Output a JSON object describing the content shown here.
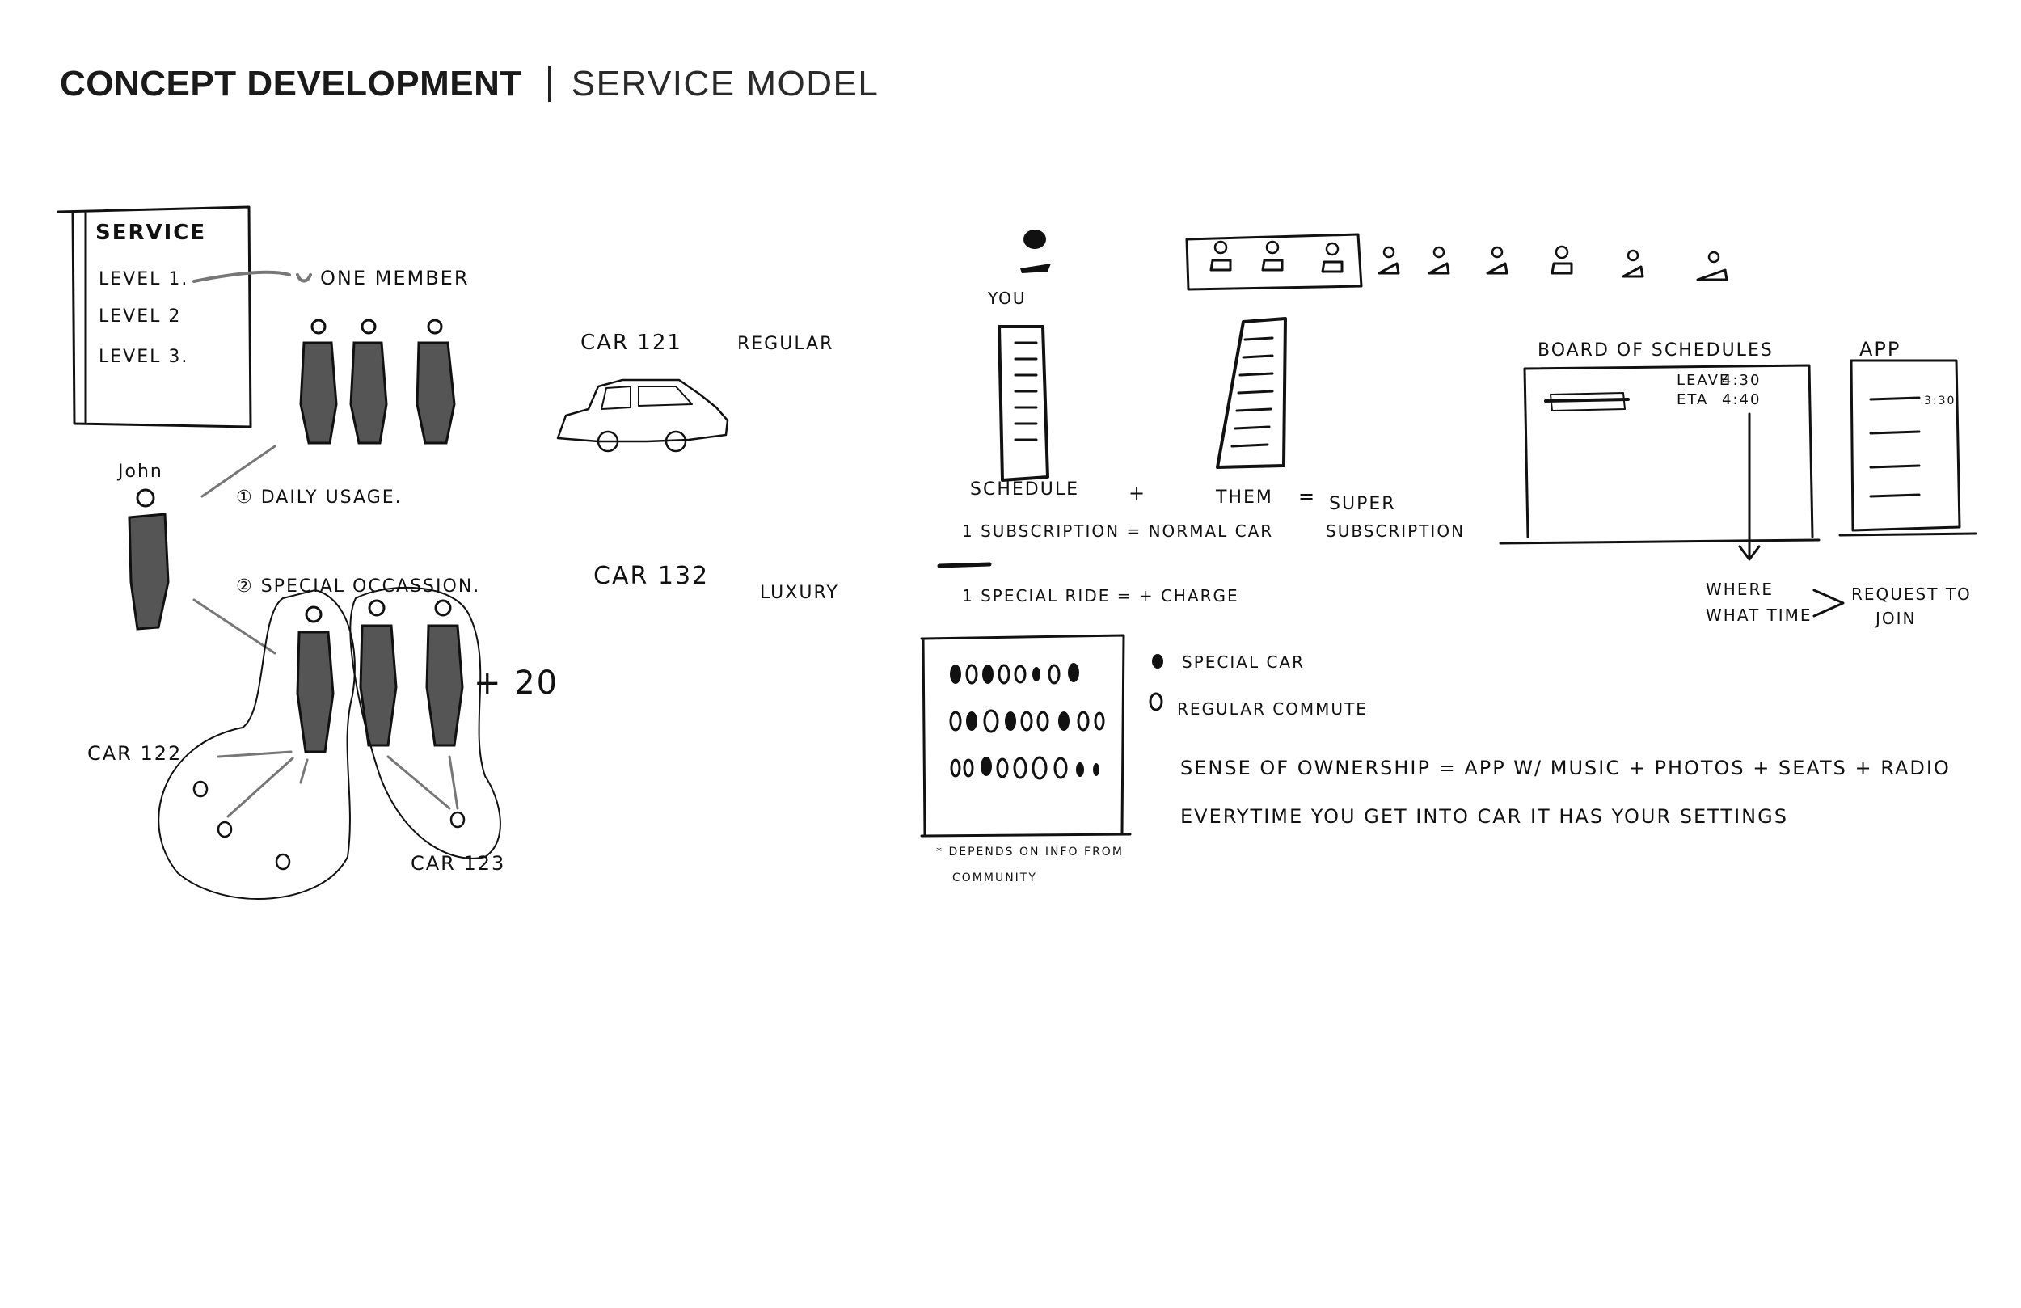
{
  "header": {
    "title_bold": "CONCEPT DEVELOPMENT",
    "title_light": "SERVICE MODEL"
  },
  "left_sketch": {
    "service_box": {
      "heading": "SERVICE",
      "levels": [
        "LEVEL 1.",
        "LEVEL 2",
        "LEVEL 3."
      ]
    },
    "one_member": "ONE MEMBER",
    "car_121": "CAR 121",
    "regular": "REGULAR",
    "john": "John",
    "daily_usage": "① DAILY USAGE.",
    "special_occasions": "② SPECIAL OCCASSION.",
    "car_132": "CAR 132",
    "luxury": "LUXURY",
    "plus_20": "+ 20",
    "car_122": "CAR 122",
    "car_123": "CAR 123"
  },
  "right_sketch": {
    "you": "YOU",
    "schedule": "SCHEDULE",
    "plus": "+",
    "them": "THEM",
    "equals": "=",
    "super_subscription_1": "SUPER",
    "super_subscription_2": "SUBSCRIPTION",
    "subscription_line": "1 SUBSCRIPTION = NORMAL CAR",
    "special_ride_line": "1 SPECIAL RIDE = + CHARGE",
    "board_title": "BOARD OF SCHEDULES",
    "board_leave": "LEAVE",
    "board_leave_time": "4:30",
    "board_eta": "ETA",
    "board_eta_time": "4:40",
    "where_label": "WHERE",
    "what_time_label": "WHAT TIME",
    "request_to_join_1": "REQUEST TO",
    "request_to_join_2": "JOIN",
    "app_label": "APP",
    "app_time": "3:30",
    "legend_special": "SPECIAL CAR",
    "legend_regular": "REGULAR COMMUTE",
    "depends_note_1": "* DEPENDS ON INFO FROM",
    "depends_note_2": "COMMUNITY",
    "ownership_line": "SENSE OF OWNERSHIP = APP W/ MUSIC + PHOTOS + SEATS + RADIO",
    "everytime_line": "EVERYTIME YOU GET INTO CAR IT HAS YOUR SETTINGS"
  }
}
